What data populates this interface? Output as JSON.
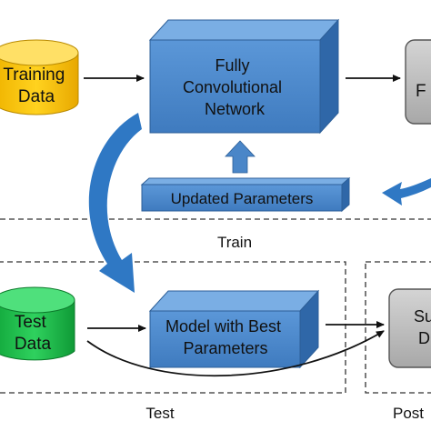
{
  "nodes": {
    "training_data": "Training\nData",
    "fcn": "Fully\nConvolutional\nNetwork",
    "partial_right_top": "F",
    "updated_parameters": "Updated Parameters",
    "test_data": "Test\nData",
    "best_model": "Model with Best\nParameters",
    "partial_right_bottom": "Su\nD"
  },
  "sections": {
    "train": "Train",
    "test": "Test",
    "post": "Post"
  },
  "colors": {
    "cylinder_yellow": "#f5c400",
    "cylinder_green": "#1fbf4d",
    "box_blue": "#4a86c8",
    "box_gray": "#bdbdbd",
    "arrow_blue": "#2f78c4"
  }
}
